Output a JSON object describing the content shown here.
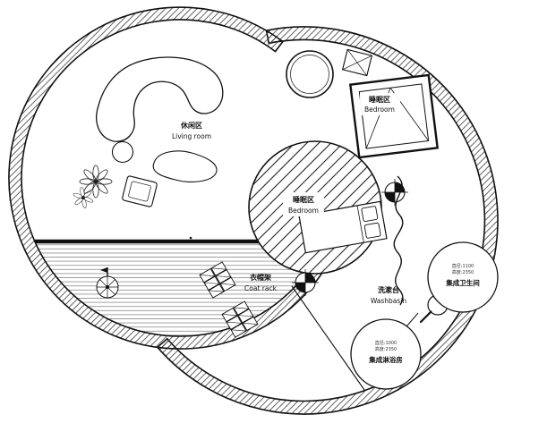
{
  "plan": {
    "living_room": {
      "zh": "休闲区",
      "en": "Living room"
    },
    "bedroom_upper": {
      "zh": "睡眠区",
      "en": "Bedroom"
    },
    "bedroom_center": {
      "zh": "睡眠区",
      "en": "Bedroom"
    },
    "coat_rack": {
      "zh": "衣帽架",
      "en": "Coat rack"
    },
    "washbasin": {
      "zh": "洗漱台",
      "en": "Washbasin"
    },
    "bathroom_pod": {
      "spec_line1": "直径:1100",
      "spec_line2": "高度:2350",
      "title": "集成卫生间"
    },
    "shower_pod": {
      "spec_line1": "直径:1000",
      "spec_line2": "高度:2350",
      "title": "集成淋浴房"
    }
  },
  "colors": {
    "ink": "#111111",
    "wall_hatch": "#3c3c3c",
    "deck_line": "#8b8b8b",
    "background": "#ffffff"
  }
}
